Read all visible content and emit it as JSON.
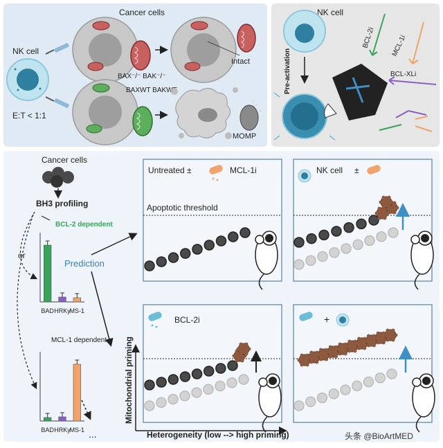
{
  "top_left": {
    "title": "Cancer cells",
    "nk_label": "NK cell",
    "et_ratio": "E:T < 1:1",
    "bax_ko_label": "BAX⁻/⁻ BAK⁻/⁻",
    "bax_wt_label": "BAXWT BAKWT",
    "intact_label": "Intact",
    "momp_label": "MOMP"
  },
  "top_right": {
    "nk_label": "NK cell",
    "preactivation_label": "Pre-activation",
    "bcl2i_label": "BCL-2i",
    "mcl1i_label": "MCL-1i",
    "bclxli_label": "BCL-XLi"
  },
  "bottom_left": {
    "cancer_cells_label": "Cancer cells",
    "bh3_label": "BH3  profiling",
    "bcl2_dependent": "BCL-2 dependent",
    "or_label": "or",
    "prediction_label": "Prediction",
    "mcl1_dependent": "MCL-1 dependent",
    "ellipsis": "..."
  },
  "panels": {
    "untreated": {
      "title": "Untreated  ±",
      "drug": "MCL-1i",
      "threshold": "Apoptotic threshold"
    },
    "nk": {
      "title": "NK cell",
      "pm": "±"
    },
    "bcl2i": {
      "title": "BCL-2i"
    },
    "combo": {
      "plus": "+"
    }
  },
  "axes": {
    "y_label": "Mitochondrial priming",
    "x_label": "Heterogeneity (low --> high priming)"
  },
  "watermark": "头条 @BioArtMED",
  "colors": {
    "top_panel_bg": "#dfeaf4",
    "right_panel_bg": "#e6e6e6",
    "bottom_bg": "#eef4fa",
    "bcl2_green": "#3aa35a",
    "mcl1_orange": "#f2a36b",
    "hrk_purple": "#8a60c4",
    "prediction_blue": "#3d7fb7",
    "arrow_blue": "#3f8fc7"
  },
  "chart_data": [
    {
      "type": "bar",
      "categories": [
        "BAD",
        "HRKy",
        "MS-1"
      ],
      "values": [
        0.82,
        0.07,
        0.06
      ],
      "colors": [
        "#3aa35a",
        "#8a60c4",
        "#f2a36b"
      ]
    },
    {
      "type": "bar",
      "categories": [
        "BAD",
        "HRKy",
        "MS-1"
      ],
      "values": [
        0.05,
        0.06,
        0.82
      ],
      "colors": [
        "#3aa35a",
        "#8a60c4",
        "#f2a36b"
      ]
    }
  ]
}
